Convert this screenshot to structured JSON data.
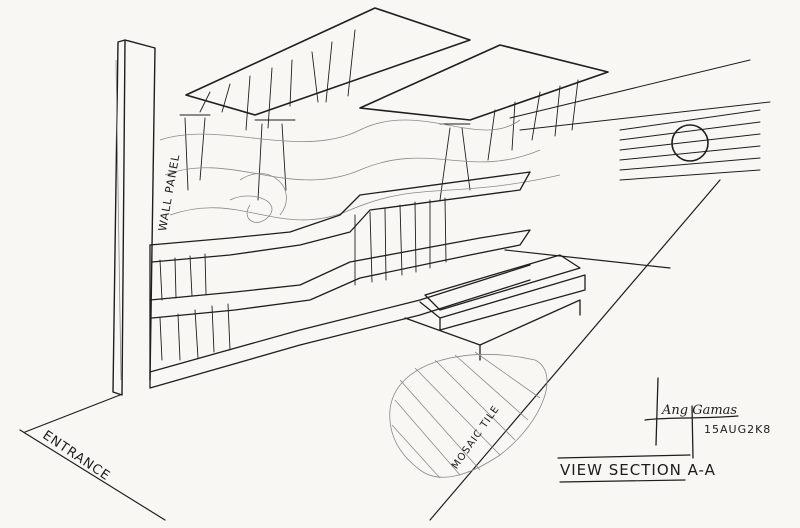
{
  "drawing": {
    "title": "VIEW SECTION A-A",
    "labels": {
      "entrance": "ENTRANCE",
      "wall_panel": "WALL PANEL",
      "mosaic_tile": "MOSAIC TILE"
    },
    "signature": {
      "name": "Ang Gamas",
      "date": "15AUG2K8"
    },
    "colors": {
      "ink": "#1e1e1e",
      "pencil": "#8a8a8a",
      "paper": "#f8f7f4"
    }
  }
}
